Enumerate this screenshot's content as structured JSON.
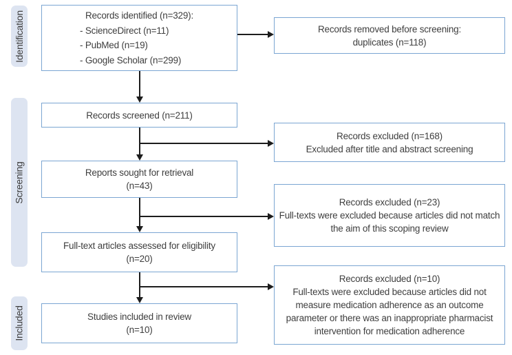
{
  "diagram": {
    "type": "prisma-flow",
    "colors": {
      "box_border": "#7aa5d2",
      "stage_band_fill": "#dde4f1",
      "text": "#3e3e3e",
      "connector": "#1c1c1c",
      "box_fill": "#ffffff"
    },
    "stages": {
      "identification": "Identification",
      "screening": "Screening",
      "included": "Included"
    },
    "flow": {
      "records_identified": {
        "title": "Records identified (n=329):",
        "items": [
          "- ScienceDirect (n=11)",
          "- PubMed (n=19)",
          "- Google Scholar (n=299)"
        ]
      },
      "records_removed": {
        "line1": "Records removed before screening:",
        "line2": "duplicates (n=118)"
      },
      "records_screened": {
        "line1": "Records screened (n=211)"
      },
      "records_excluded_screening": {
        "line1": "Records excluded (n=168)",
        "line2": "Excluded after title and abstract screening"
      },
      "reports_sought": {
        "line1": "Reports sought for retrieval",
        "line2": "(n=43)"
      },
      "records_excluded_aim": {
        "line1": "Records excluded (n=23)",
        "line2": "Full-texts were excluded because articles did not match the aim of this scoping review"
      },
      "fulltext_assessed": {
        "line1": "Full-text articles assessed for eligibility",
        "line2": "(n=20)"
      },
      "records_excluded_outcome": {
        "line1": "Records excluded (n=10)",
        "line2": "Full-texts were excluded because articles did not measure medication adherence as an outcome parameter or there was an inappropriate pharmacist intervention for medication adherence"
      },
      "studies_included": {
        "line1": "Studies included in review",
        "line2": "(n=10)"
      }
    }
  }
}
